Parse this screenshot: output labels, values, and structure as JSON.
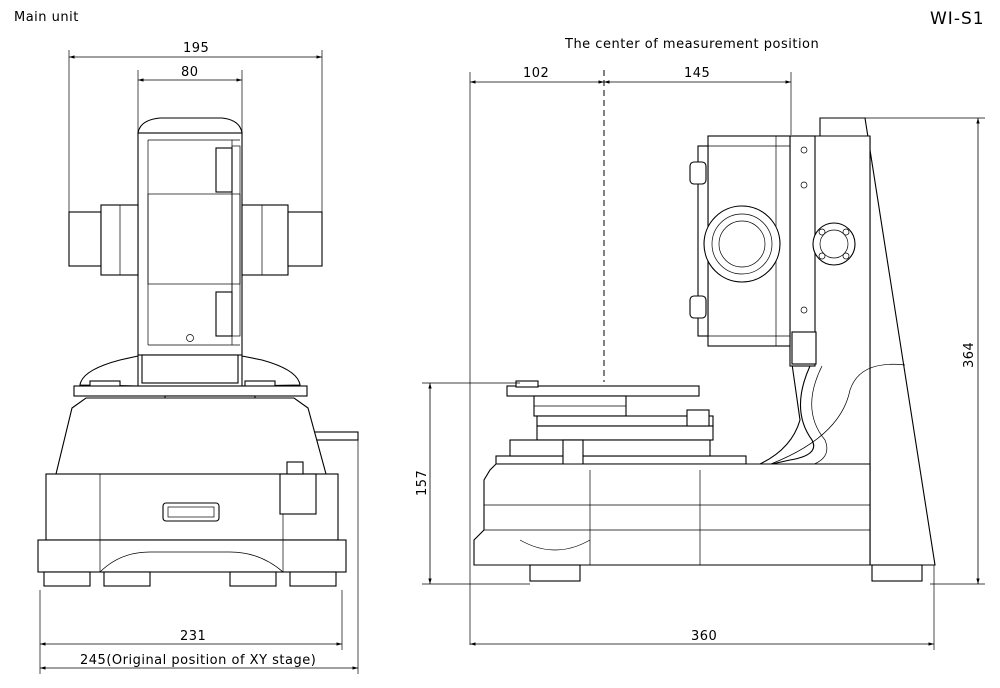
{
  "header": {
    "left_title": "Main unit",
    "right_title": "WI-S1",
    "center_note": "The center of measurement position"
  },
  "front_view": {
    "dims": {
      "top_width": "195",
      "inner_width": "80",
      "base_width": "231",
      "stage_width": "245(Original position of XY stage)"
    }
  },
  "side_view": {
    "dims": {
      "left_offset": "102",
      "right_offset": "145",
      "total_width": "360",
      "total_height": "364",
      "stage_height": "157"
    }
  }
}
